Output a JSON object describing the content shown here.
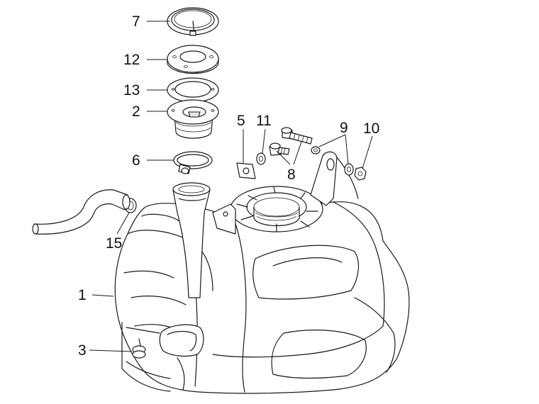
{
  "diagram": {
    "colors": {
      "line": "#1a1a1a",
      "background": "#ffffff"
    },
    "callouts": [
      {
        "id": "c7",
        "label": "7"
      },
      {
        "id": "c12",
        "label": "12"
      },
      {
        "id": "c13",
        "label": "13"
      },
      {
        "id": "c2",
        "label": "2"
      },
      {
        "id": "c6",
        "label": "6"
      },
      {
        "id": "c5",
        "label": "5"
      },
      {
        "id": "c11",
        "label": "11"
      },
      {
        "id": "c8",
        "label": "8"
      },
      {
        "id": "c9",
        "label": "9"
      },
      {
        "id": "c10",
        "label": "10"
      },
      {
        "id": "c15",
        "label": "15"
      },
      {
        "id": "c1",
        "label": "1"
      },
      {
        "id": "c3",
        "label": "3"
      }
    ]
  }
}
